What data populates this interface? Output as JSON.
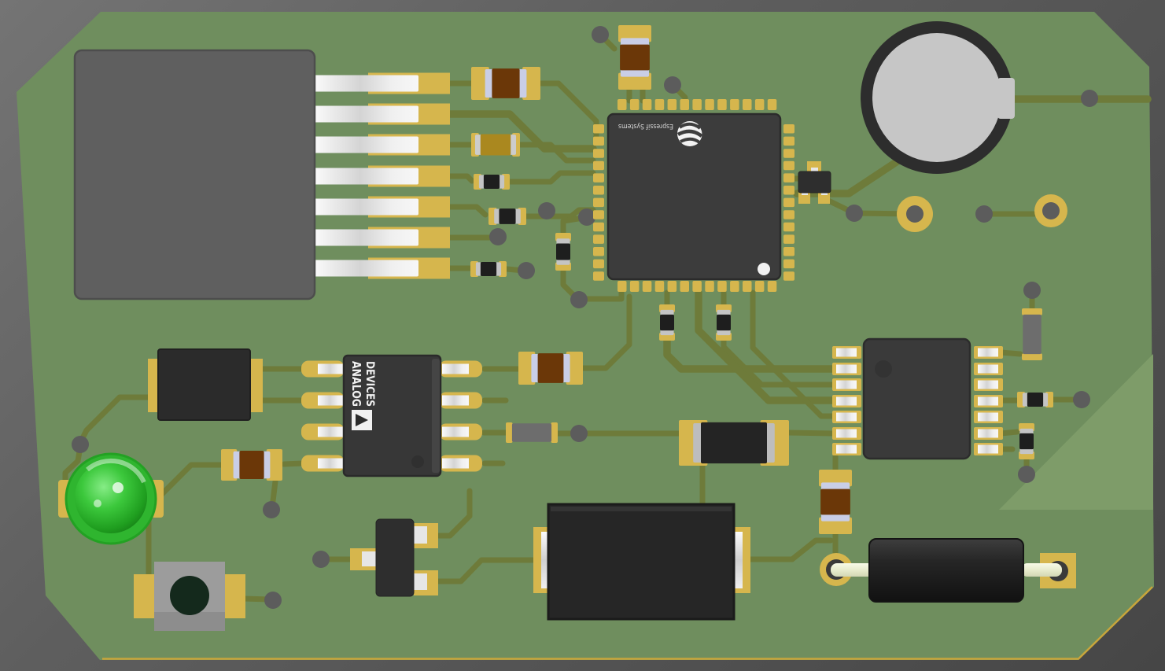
{
  "scene": {
    "description": "3D rendered printed circuit board assembly viewed from above",
    "board_shape": "octagon with chamfered corners",
    "view": "top"
  },
  "silkscreen_labels": {
    "esp32": "Espressif Systems",
    "analog_line1": "ANALOG",
    "analog_line2": "DEVICES"
  },
  "components": [
    {
      "name": "power-module",
      "type": "gray 7-lead module",
      "count": 1
    },
    {
      "name": "esp32-chip",
      "type": "QFN wireless SoC",
      "marking": "Espressif Systems",
      "count": 1
    },
    {
      "name": "metal-can-component",
      "type": "round silver can with retaining ring",
      "count": 1
    },
    {
      "name": "soic8-analog-devices-chip",
      "type": "SOIC-8 IC",
      "marking": "ANALOG DEVICES",
      "count": 1
    },
    {
      "name": "tssop14-chip",
      "type": "TSSOP-14 IC",
      "count": 1
    },
    {
      "name": "green-led",
      "type": "through-hole LED, green",
      "count": 1
    },
    {
      "name": "push-button",
      "type": "tactile switch, gray with dark plunger",
      "count": 1
    },
    {
      "name": "axial-diode",
      "type": "black axial through-hole part with cream leads",
      "count": 1
    },
    {
      "name": "large-smd-block",
      "type": "large black SMD component with side leads",
      "count": 1
    },
    {
      "name": "smd-inductor-block",
      "type": "black rectangular SMD with end pads",
      "count": 1
    },
    {
      "name": "sot23-transistor",
      "type": "SOT-23",
      "count": 2
    },
    {
      "name": "smd-capacitor",
      "type": "brown body, lavender terminals",
      "count": 5
    },
    {
      "name": "tantalum-capacitor",
      "type": "olive body, silver terminals",
      "count": 1
    },
    {
      "name": "smd-resistor",
      "type": "black body, silver terminals",
      "count": 8
    },
    {
      "name": "ferrite-bead",
      "type": "gray body, gold terminals",
      "count": 2
    },
    {
      "name": "power-smd-component",
      "type": "wide black body on large gold pads",
      "count": 1
    },
    {
      "name": "via",
      "type": "tented via, dark gray",
      "count": 18
    },
    {
      "name": "tht-pad",
      "type": "gold ring through-hole pad",
      "count": 2
    }
  ],
  "colors": {
    "bg1": "#747474",
    "bg2": "#464646",
    "board": "#6f8e5e",
    "pour": "#7e9c69",
    "trace": "#6e7b3a",
    "gold": "#d6b64d",
    "via": "#5c5c5c",
    "chip": "#3c3c3c",
    "module": "#5f5f5f",
    "cap_brown": "#6b3708",
    "cap_lavender": "#c9cee6",
    "tantalum_olive": "#aa881f",
    "resistor_black": "#1e1e1e",
    "ferrite_gray": "#6d6d6d",
    "led_ring": "#2fb52f",
    "button_body": "#9c9c9c",
    "button_plunger": "#14291c",
    "diode_body": "#242424",
    "lead_cream": "#eef2d8",
    "edge_gold": "#c8a53b",
    "logo_white": "#f2f2f2"
  }
}
